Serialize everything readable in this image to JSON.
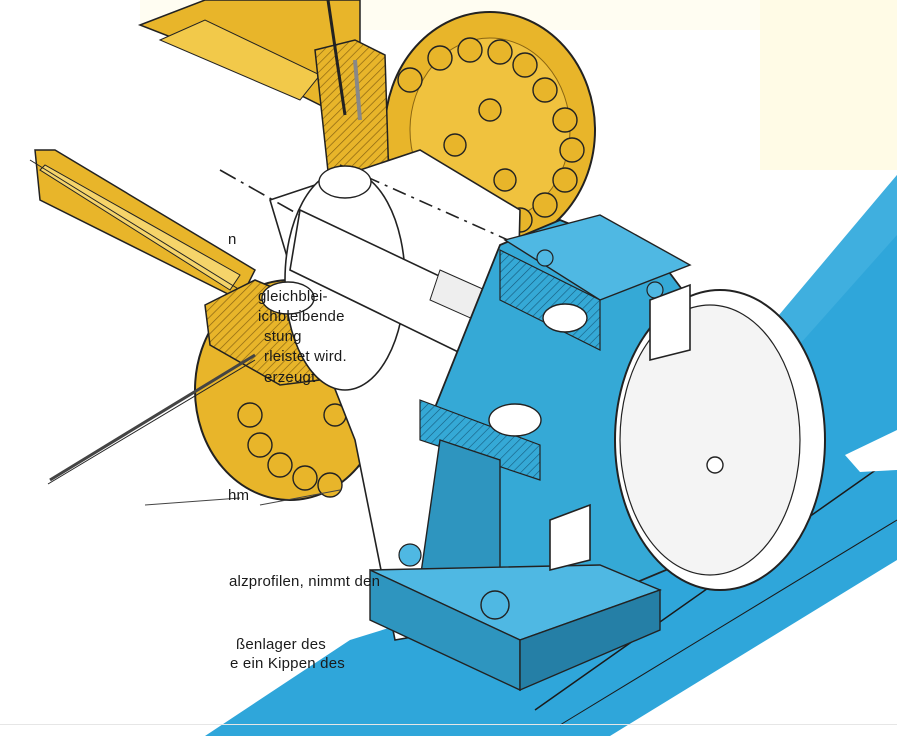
{
  "text_fragments": [
    {
      "id": "f1",
      "text": "n"
    },
    {
      "id": "f2",
      "text": "gleichblei-"
    },
    {
      "id": "f3",
      "text": "ichbleibende"
    },
    {
      "id": "f4",
      "text": "stung"
    },
    {
      "id": "f5",
      "text": "rleistet wird."
    },
    {
      "id": "f6",
      "text": "erzeugt"
    },
    {
      "id": "f7",
      "text": "hm"
    },
    {
      "id": "f8",
      "text": "alzprofilen, nimmt den"
    },
    {
      "id": "f9",
      "text": "ßenlager des"
    },
    {
      "id": "f10",
      "text": "e ein Kippen des"
    }
  ],
  "colors": {
    "flange_yellow": "#e8b52a",
    "flange_dark": "#a8801a",
    "bearing_blue": "#35a9d6",
    "bearing_dark": "#1f6f95",
    "ground_blue": "#2fa6da",
    "line": "#222222",
    "highlight_yellow": "#fff6c8"
  }
}
